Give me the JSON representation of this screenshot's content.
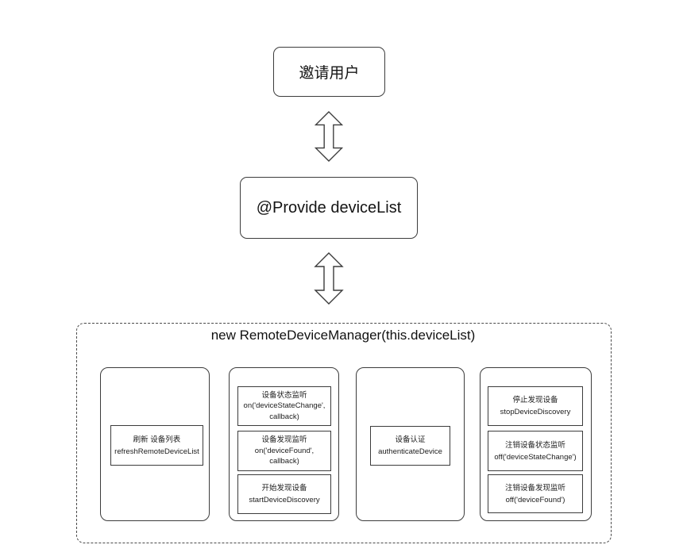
{
  "flow": {
    "invite_box": {
      "label": "邀请用户"
    },
    "provide_box": {
      "label": "@Provide deviceList"
    }
  },
  "manager": {
    "title": "new RemoteDeviceManager(this.deviceList)",
    "columns": [
      {
        "boxes": [
          {
            "lines": [
              "刷新 设备列表",
              "refreshRemoteDeviceList"
            ]
          }
        ]
      },
      {
        "boxes": [
          {
            "lines": [
              "设备状态监听",
              "on('deviceStateChange',",
              "callback)"
            ]
          },
          {
            "lines": [
              "设备发现监听",
              "on('deviceFound',",
              "callback)"
            ]
          },
          {
            "lines": [
              "开始发现设备",
              "startDeviceDiscovery"
            ]
          }
        ]
      },
      {
        "boxes": [
          {
            "lines": [
              "设备认证",
              "authenticateDevice"
            ]
          }
        ]
      },
      {
        "boxes": [
          {
            "lines": [
              "停止发现设备",
              "stopDeviceDiscovery"
            ]
          },
          {
            "lines": [
              "注销设备状态监听",
              "off('deviceStateChange')"
            ]
          },
          {
            "lines": [
              "注销设备发现监听",
              "off('deviceFound')"
            ]
          }
        ]
      }
    ]
  },
  "colors": {
    "border": "#3c3c3c",
    "dashed_border": "#4a4a4a",
    "text": "#1f1f1f",
    "background": "#ffffff"
  }
}
